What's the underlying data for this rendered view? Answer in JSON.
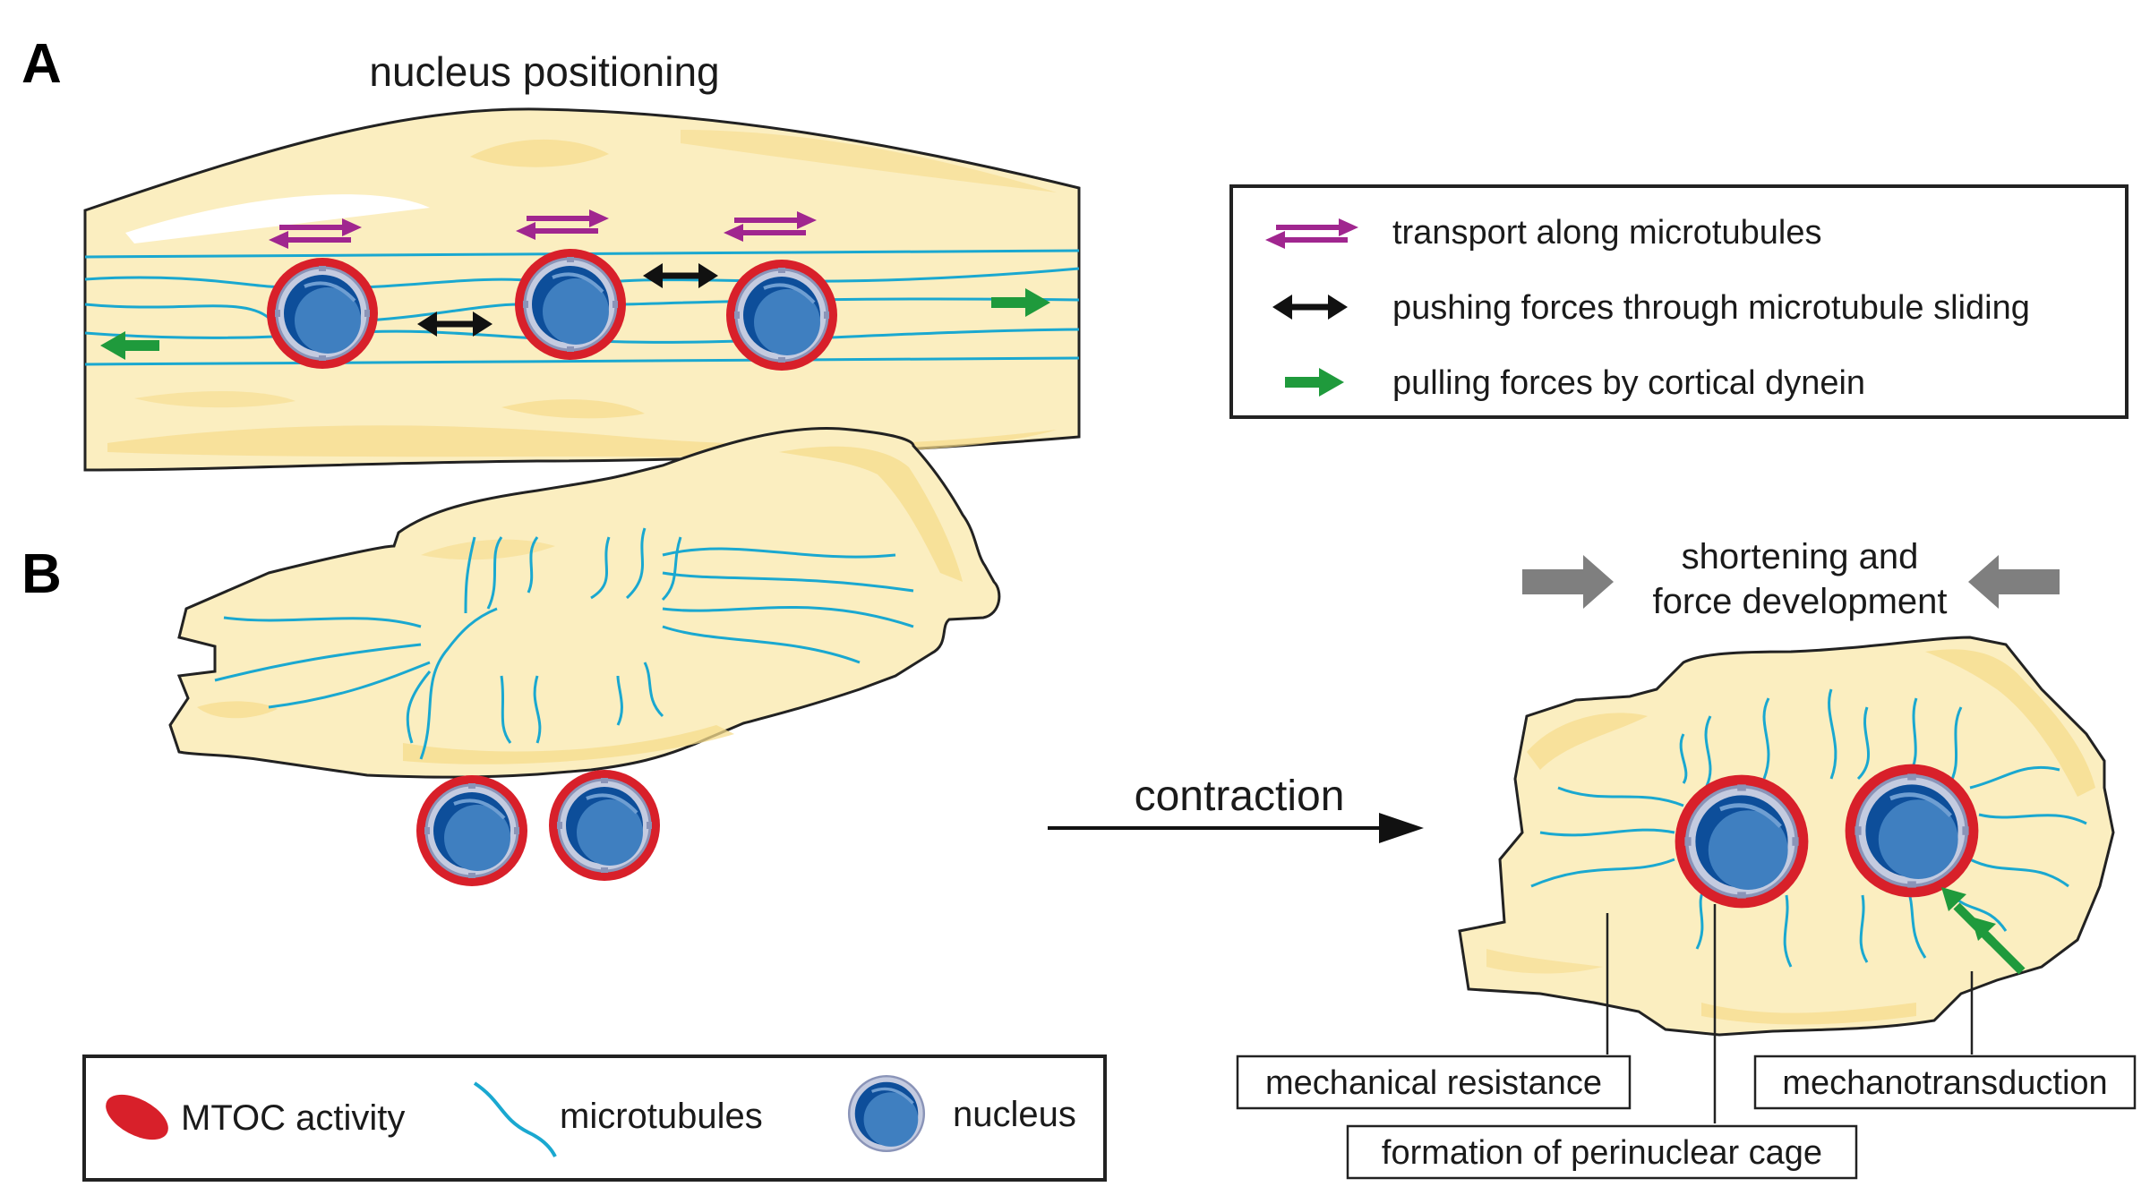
{
  "panel_a": {
    "letter": "A",
    "title": "nucleus positioning",
    "legend": [
      {
        "label": "transport along microtubules",
        "icon": "magenta-double-arrow-icon",
        "color": "#a0268f"
      },
      {
        "label": "pushing forces through microtubule sliding",
        "icon": "black-double-arrow-icon",
        "color": "#111111"
      },
      {
        "label": "pulling forces by cortical dynein",
        "icon": "green-arrow-icon",
        "color": "#1f9a3c"
      }
    ]
  },
  "panel_b": {
    "letter": "B",
    "contraction_label": "contraction",
    "force_label_line1": "shortening and",
    "force_label_line2": "force development",
    "callouts": {
      "mechanical_resistance": "mechanical resistance",
      "perinuclear_cage": "formation of perinuclear cage",
      "mechanotransduction": "mechanotransduction"
    },
    "legend": [
      {
        "label": "MTOC activity",
        "icon": "mtoc-icon",
        "color": "#d8202a"
      },
      {
        "label": "microtubules",
        "icon": "microtubule-icon",
        "color": "#1aa8d0"
      },
      {
        "label": "nucleus",
        "icon": "nucleus-icon",
        "color": "#2f6db1"
      }
    ]
  },
  "colors": {
    "cytoplasm": "#fbeec0",
    "cytoplasm_dark": "#f6dc8c",
    "microtubule": "#1aa8d0",
    "mtoc": "#d8202a",
    "nucleus_dark": "#0d4e9a",
    "nucleus_light": "#3f7fc0",
    "gray_arrow": "#7f7f7f"
  }
}
